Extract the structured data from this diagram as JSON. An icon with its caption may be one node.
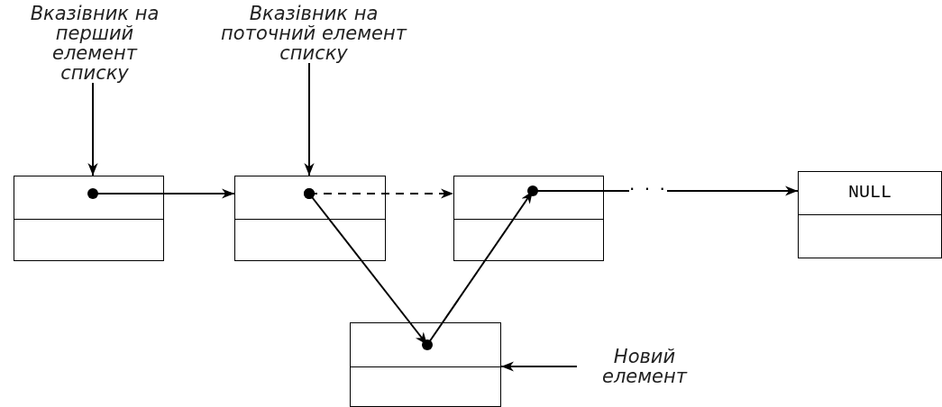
{
  "diagram": {
    "nodes": [
      {
        "text": [
          "Вказівник на перший елемент списку"
        ]
      },
      {
        "text": [
          "Вказівник на поточний елемент списку"
        ]
      },
      {
        "text": [],
        "shape": "box"
      },
      {
        "text": [],
        "shape": "box"
      },
      {
        "text": [],
        "shape": "box"
      },
      {
        "text": [
          "NULL"
        ]
      },
      {
        "text": [],
        "shape": "box"
      },
      {
        "text": [
          "Новий елемент"
        ]
      }
    ],
    "edges": [
      {
        "from": 0,
        "to": 2,
        "arrow": "to"
      },
      {
        "from": 1,
        "to": 3,
        "arrow": "to"
      },
      {
        "from": 2,
        "to": 3,
        "arrow": "to"
      },
      {
        "from": 3,
        "to": 4,
        "arrow": "to",
        "style": "dashed"
      },
      {
        "from": 4,
        "to": 5,
        "arrow": "to",
        "label": "· · ·"
      },
      {
        "from": 3,
        "to": 6,
        "arrow": "to"
      },
      {
        "from": 6,
        "to": 4,
        "arrow": "to"
      },
      {
        "from": 7,
        "to": 6,
        "arrow": "to"
      }
    ]
  }
}
